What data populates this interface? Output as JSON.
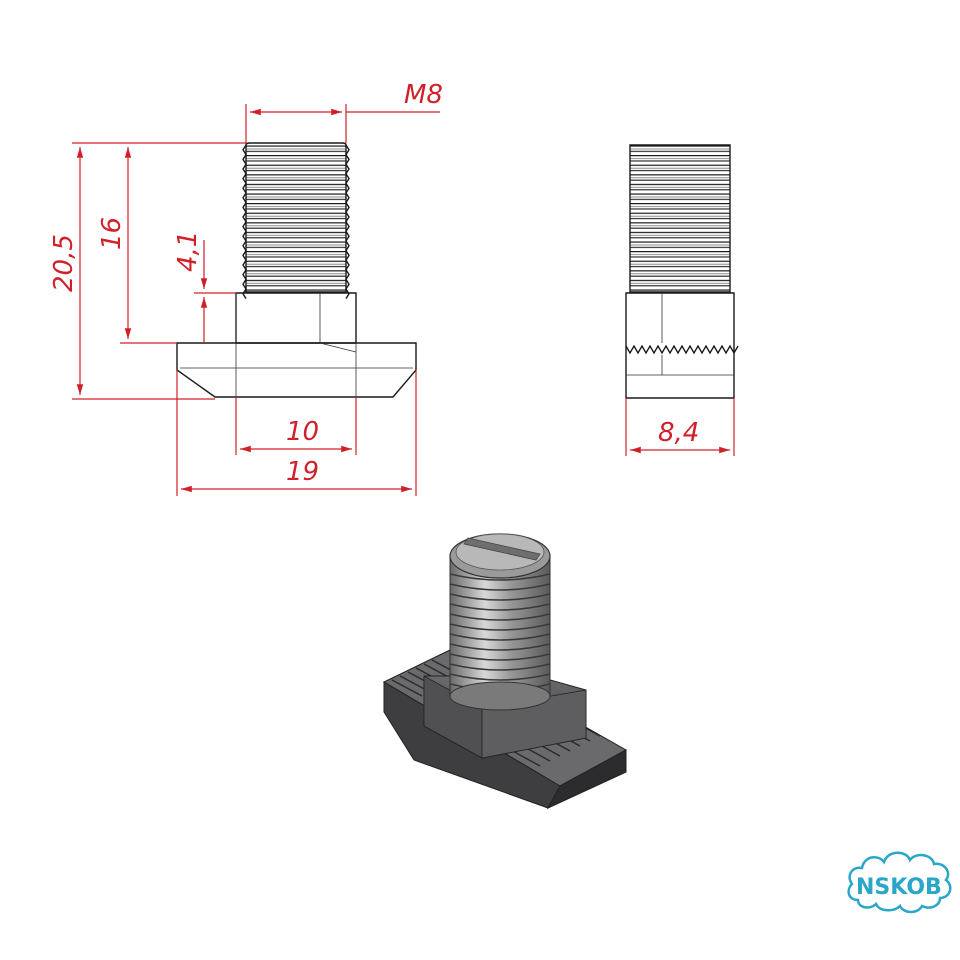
{
  "dimensions": {
    "thread": "M8",
    "total_height": "20,5",
    "thread_length": "16",
    "head_height": "4,1",
    "neck_width": "10",
    "base_width": "19",
    "side_width": "8,4"
  },
  "logo": {
    "text": "NSKOB"
  },
  "colors": {
    "dimension": "#d0202a",
    "ink": "#1a1a1a",
    "logo": "#2aa6c8",
    "part_dark": "#4a4a4c",
    "thread_light": "#b9b9b9"
  }
}
